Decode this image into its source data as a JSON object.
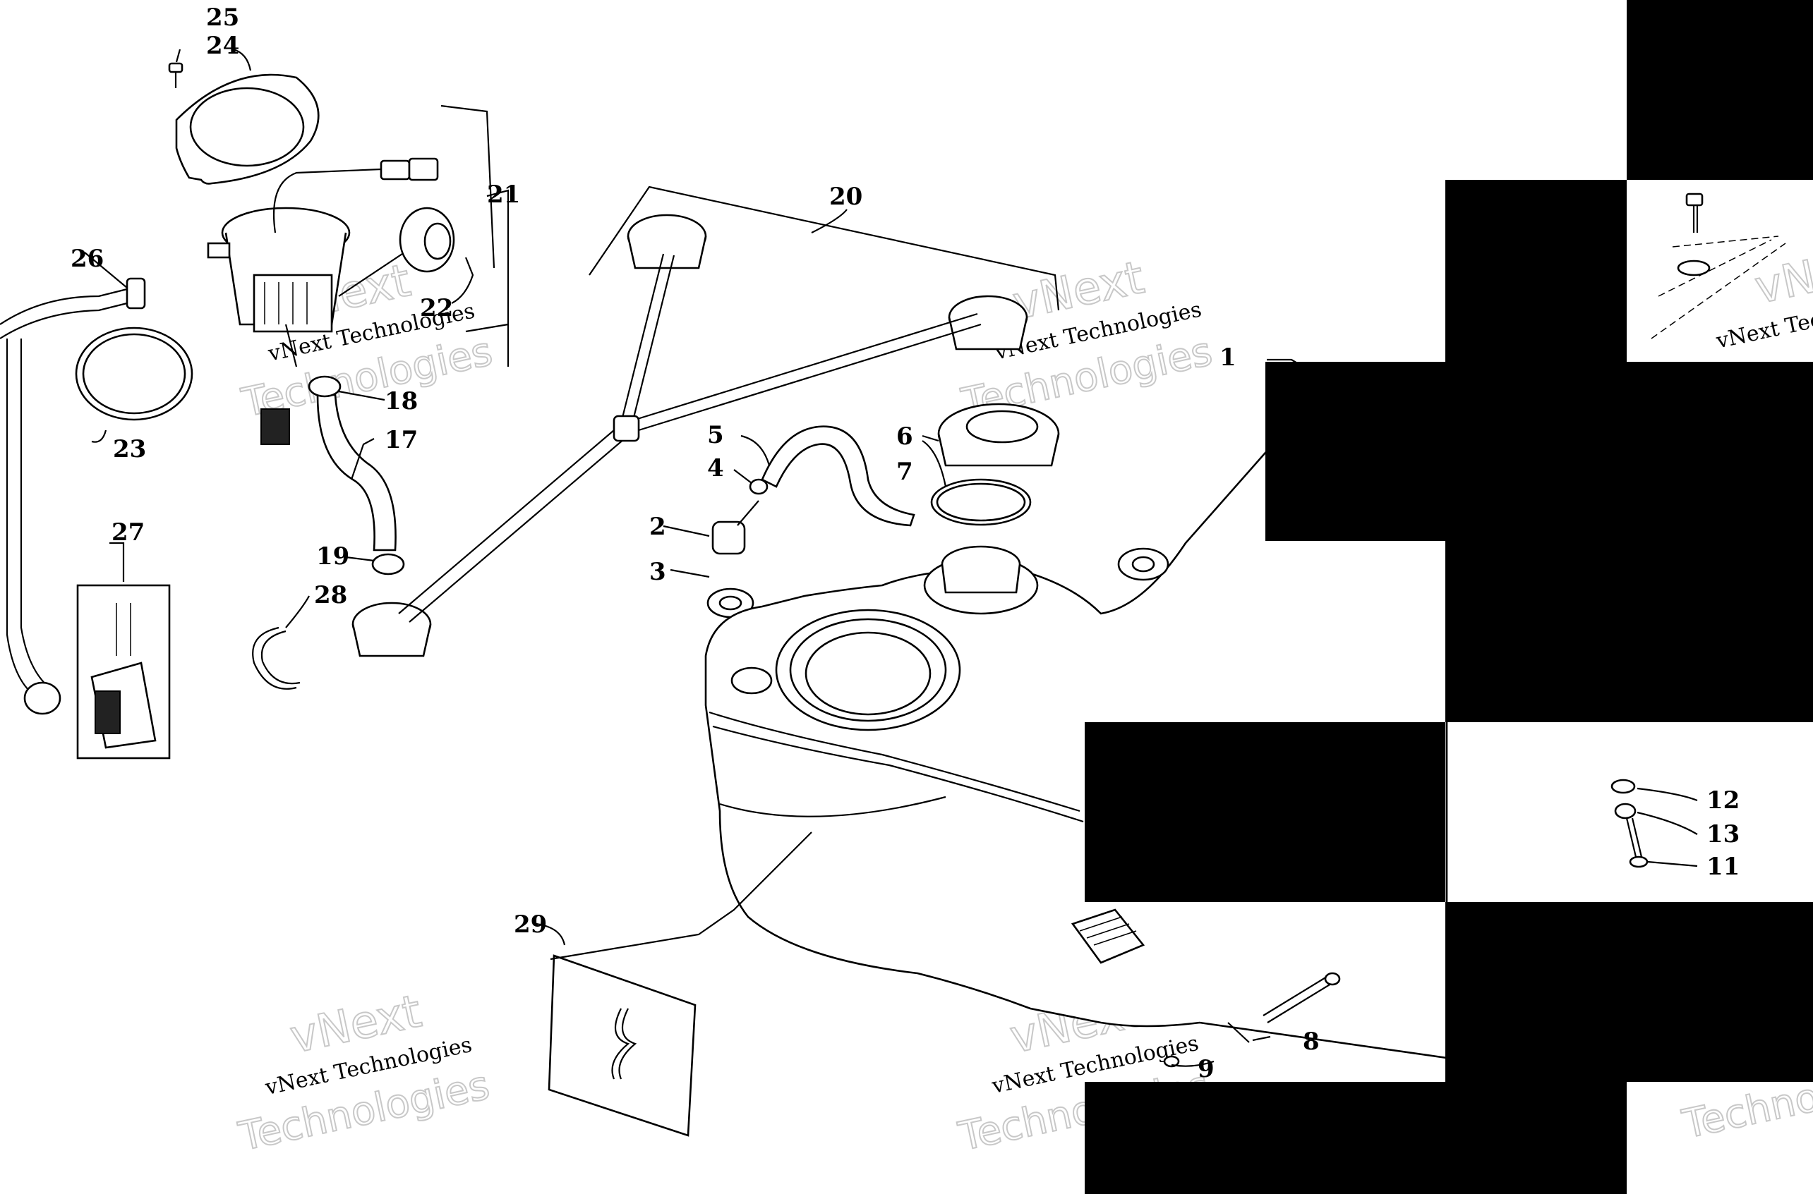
{
  "callouts": [
    {
      "id": "1",
      "label": "1"
    },
    {
      "id": "2",
      "label": "2"
    },
    {
      "id": "3",
      "label": "3"
    },
    {
      "id": "4",
      "label": "4"
    },
    {
      "id": "5",
      "label": "5"
    },
    {
      "id": "6",
      "label": "6"
    },
    {
      "id": "7",
      "label": "7"
    },
    {
      "id": "8",
      "label": "8"
    },
    {
      "id": "9",
      "label": "9"
    },
    {
      "id": "11",
      "label": "11"
    },
    {
      "id": "12",
      "label": "12"
    },
    {
      "id": "13",
      "label": "13"
    },
    {
      "id": "17",
      "label": "17"
    },
    {
      "id": "18",
      "label": "18"
    },
    {
      "id": "19",
      "label": "19"
    },
    {
      "id": "20",
      "label": "20"
    },
    {
      "id": "21",
      "label": "21"
    },
    {
      "id": "22",
      "label": "22"
    },
    {
      "id": "23",
      "label": "23"
    },
    {
      "id": "24",
      "label": "24"
    },
    {
      "id": "25",
      "label": "25"
    },
    {
      "id": "26",
      "label": "26"
    },
    {
      "id": "27",
      "label": "27"
    },
    {
      "id": "28",
      "label": "28"
    },
    {
      "id": "29",
      "label": "29"
    }
  ],
  "watermark": {
    "line1": "vNext",
    "line2": "vNext Technologies",
    "line3": "Technologies",
    "color": "#c8c8c8"
  },
  "colors": {
    "ink": "#000000",
    "paper": "#ffffff",
    "redaction": "#000000"
  }
}
